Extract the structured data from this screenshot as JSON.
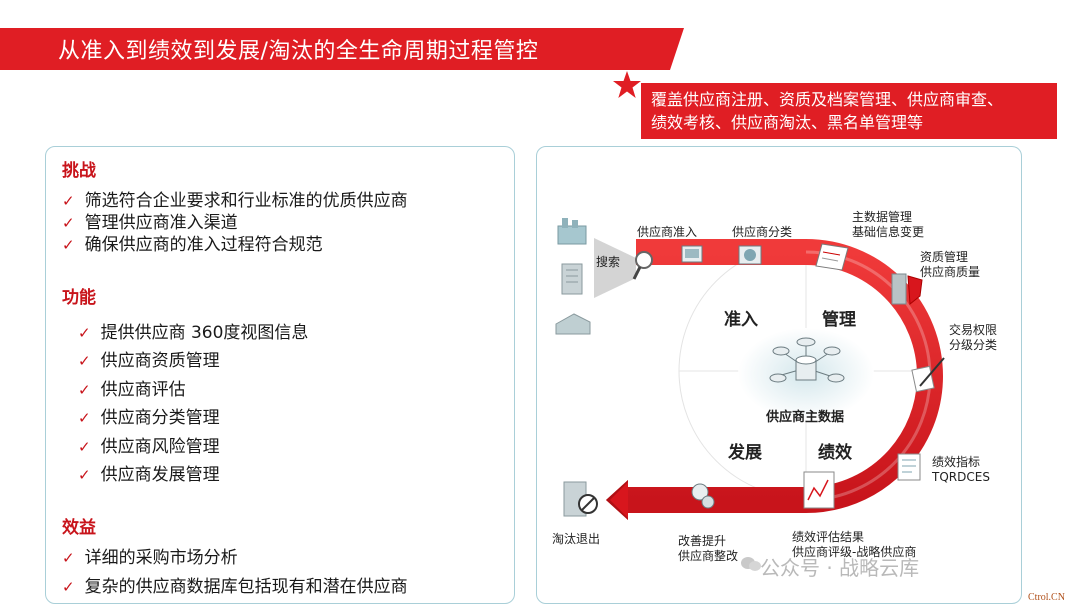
{
  "title": "从准入到绩效到发展/淘汰的全生命周期过程管控",
  "note": {
    "line1": "覆盖供应商注册、资质及档案管理、供应商审查、",
    "line2": "绩效考核、供应商淘汰、黑名单管理等"
  },
  "challenges": {
    "heading": "挑战",
    "items": [
      "筛选符合企业要求和行业标准的优质供应商",
      "管理供应商准入渠道",
      "确保供应商的准入过程符合规范"
    ]
  },
  "functions": {
    "heading": "功能",
    "items": [
      "提供供应商 360度视图信息",
      "供应商资质管理",
      "供应商评估",
      "供应商分类管理",
      "供应商风险管理",
      "供应商发展管理"
    ]
  },
  "benefits": {
    "heading": "效益",
    "items": [
      "详细的采购市场分析",
      "复杂的供应商数据库包括现有和潜在供应商"
    ]
  },
  "check_mark": "✓",
  "diagram": {
    "search": "搜索",
    "admission": "供应商准入",
    "classify": "供应商分类",
    "master1": "主数据管理",
    "master2": "基础信息变更",
    "qual1": "资质管理",
    "qual2": "供应商质量",
    "trade1": "交易权限",
    "trade2": "分级分类",
    "kpi1": "绩效指标",
    "kpi2": "TQRDCES",
    "eval1": "绩效评估结果",
    "eval2": "供应商评级-战略供应商",
    "improve1": "改善提升",
    "improve2": "供应商整改",
    "exit": "淘汰退出",
    "q_admit": "准入",
    "q_manage": "管理",
    "q_develop": "发展",
    "q_perf": "绩效",
    "center": "供应商主数据"
  },
  "watermark": "公众号 · 战略云库",
  "corner": "Ctrol.CN",
  "colors": {
    "brand_red": "#e01e24",
    "panel_border": "#a9cfd8",
    "center_blue": "#d4e7ec"
  }
}
